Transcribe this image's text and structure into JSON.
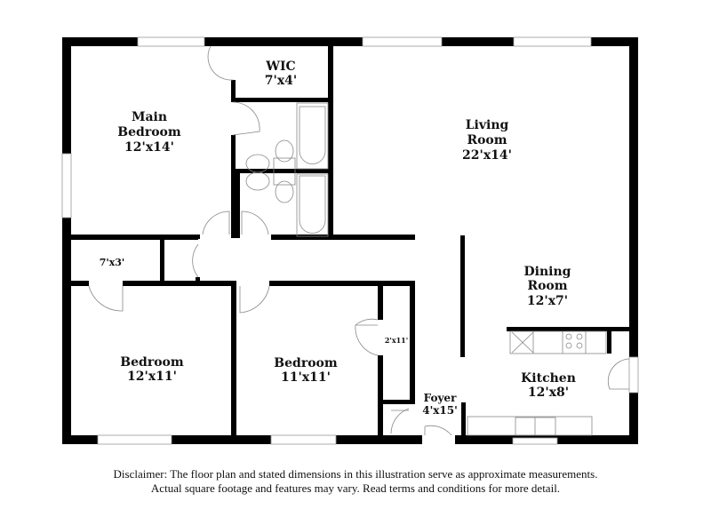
{
  "rooms": {
    "main_bedroom": {
      "name_line1": "Main",
      "name_line2": "Bedroom",
      "size": "12'x14'"
    },
    "wic": {
      "name": "WIC",
      "size": "7'x4'"
    },
    "living_room": {
      "name_line1": "Living",
      "name_line2": "Room",
      "size": "22'x14'"
    },
    "closet_hall": {
      "size": "7'x3'"
    },
    "dining_room": {
      "name_line1": "Dining",
      "name_line2": "Room",
      "size": "12'x7'"
    },
    "bedroom_1": {
      "name": "Bedroom",
      "size": "12'x11'"
    },
    "bedroom_2": {
      "name": "Bedroom",
      "size": "11'x11'"
    },
    "closet_2": {
      "size": "2'x11'"
    },
    "foyer": {
      "name": "Foyer",
      "size": "4'x15'"
    },
    "kitchen": {
      "name": "Kitchen",
      "size": "12'x8'"
    }
  },
  "colors": {
    "walls": "#000000",
    "fixtures": "#888888",
    "background": "#ffffff"
  },
  "disclaimer": {
    "line1": "Disclaimer: The floor plan and stated dimensions in this illustration serve as approximate measurements.",
    "line2": "Actual square footage and features may vary. Read terms and conditions for more detail."
  }
}
